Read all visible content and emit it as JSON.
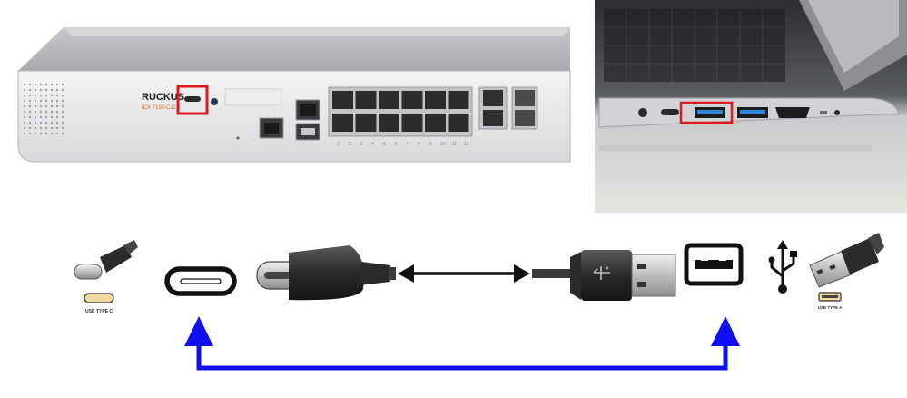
{
  "switch": {
    "brand": "RUCKUS",
    "model": "ICX 7150-C12P",
    "port_numbers": [
      "1",
      "2",
      "3",
      "4",
      "5",
      "6",
      "7",
      "8",
      "9",
      "10",
      "11",
      "12"
    ],
    "highlight_color": "#e0191e"
  },
  "laptop": {
    "highlight_color": "#e0191e"
  },
  "connectors": {
    "usb_c_label": "USB TYPE C",
    "usb_a_label": "USB TYPE A",
    "usb_symbol_icon": "usb-trident-icon",
    "double_arrow_icon": "double-headed-arrow-icon"
  },
  "colors": {
    "link_arrow": "#1010ee",
    "cable": "#3a3a3a",
    "port_outline": "#111111"
  }
}
